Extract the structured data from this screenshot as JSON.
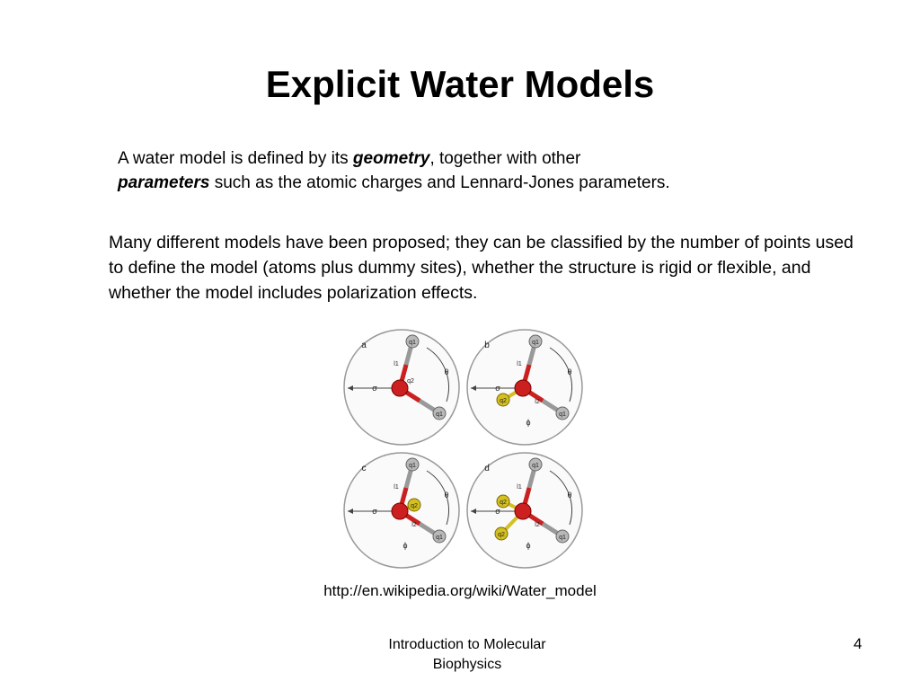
{
  "slide": {
    "title": "Explicit Water Models",
    "para1": {
      "t1": "A water model is defined by its ",
      "geometry": "geometry",
      "t2": ", together with other",
      "parameters": "parameters",
      "t3": " such as the atomic charges and Lennard-Jones parameters."
    },
    "para2": "Many different models have been proposed; they can be classified by the number of points used to define the model (atoms plus dummy sites), whether the structure is rigid or flexible, and whether the model includes polarization effects.",
    "figure": {
      "panels": [
        {
          "label": "a",
          "site_labels": [
            "q1",
            "q2",
            "q1",
            "σ",
            "l1",
            "θ"
          ]
        },
        {
          "label": "b",
          "site_labels": [
            "q1",
            "q2",
            "q1",
            "σ",
            "l1",
            "l2",
            "θ",
            "ϕ"
          ]
        },
        {
          "label": "c",
          "site_labels": [
            "q1",
            "q2",
            "q1",
            "σ",
            "l1",
            "l2",
            "θ",
            "ϕ"
          ]
        },
        {
          "label": "d",
          "site_labels": [
            "q1",
            "q2",
            "q2",
            "q1",
            "σ",
            "l1",
            "l2",
            "θ",
            "ϕ"
          ]
        }
      ],
      "colors": {
        "oxygen": "#cc2020",
        "hydrogen": "#b8b8b8",
        "dummy": "#d4c020"
      }
    },
    "caption": "http://en.wikipedia.org/wiki/Water_model",
    "footer": {
      "line1": "Introduction to Molecular",
      "line2": "Biophysics",
      "page_number": "4"
    }
  }
}
